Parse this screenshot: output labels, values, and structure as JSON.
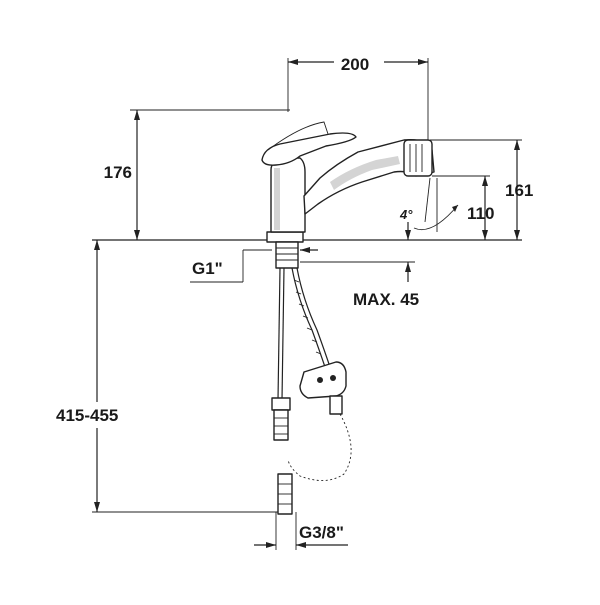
{
  "dimensions": {
    "width_top": "200",
    "height_lever": "176",
    "height_spout": "161",
    "spout_reach_height": "110",
    "swivel_angle": "4°",
    "thread_main": "G1\"",
    "max_thickness": "MAX. 45",
    "hose_length": "415-455",
    "thread_hose": "G3/8\""
  },
  "colors": {
    "line": "#222222",
    "shade": "#d4d4d4",
    "background": "#ffffff"
  }
}
